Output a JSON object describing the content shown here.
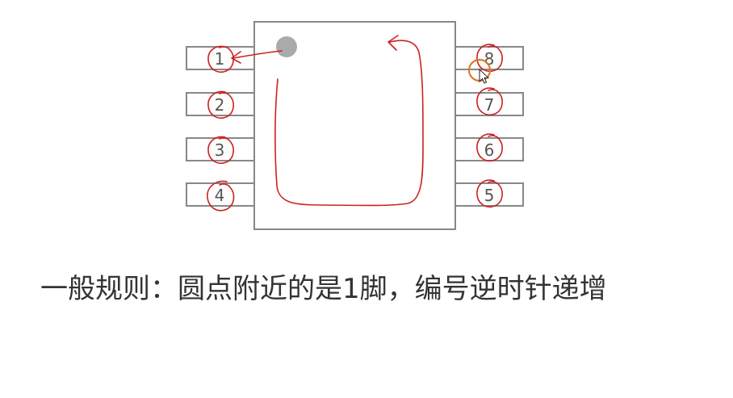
{
  "diagram": {
    "pins_left": [
      "1",
      "2",
      "3",
      "4"
    ],
    "pins_right": [
      "8",
      "7",
      "6",
      "5"
    ],
    "colors": {
      "outline": "#888888",
      "dot": "#aaaaaa",
      "annotation": "#cc2222",
      "cursor_ring": "#e07a2a"
    }
  },
  "caption": "一般规则：圆点附近的是1脚，编号逆时针递增"
}
